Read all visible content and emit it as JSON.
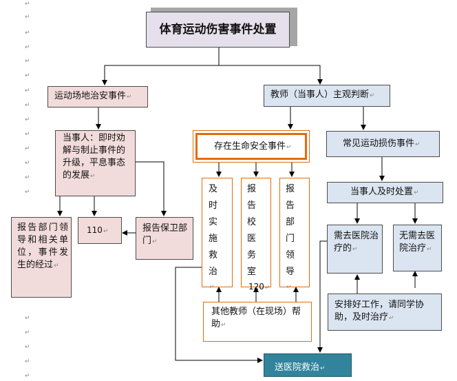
{
  "title": "体育运动伤害事件处置",
  "nodes": {
    "sports_venue": "运动场地治安事件",
    "teacher_judge": "教师（当事人）主观判断",
    "party_persuade": "当事人：即时劝解与制止事件的升级，平息事态的发展",
    "life_safety": "存在生命安全事件",
    "common_injury": "常见运动损伤事件",
    "rescue": "及时实施救治",
    "report_clinic": "报告校医务室",
    "report_clinic_num": "120",
    "report_leader": "报告部门领导",
    "party_timely": "当事人及时处置",
    "report_dept_leader": "报告部门领导和相关单位，事件发生的经过",
    "call_110": "110",
    "report_security": "报告保卫部门",
    "need_hospital": "需去医院治疗的",
    "no_hospital": "无需去医院治疗",
    "other_teachers": "其他教师（在现场）帮助",
    "arrange_work": "安排好工作，请同学协助，及时治疗",
    "send_hospital": "送医院救治"
  },
  "return_mark": "↵",
  "colors": {
    "pink": "#f2dcdb",
    "blue": "#dbe5f1",
    "orange": "#e26b0a",
    "teal": "#31849b",
    "line": "#000000"
  }
}
